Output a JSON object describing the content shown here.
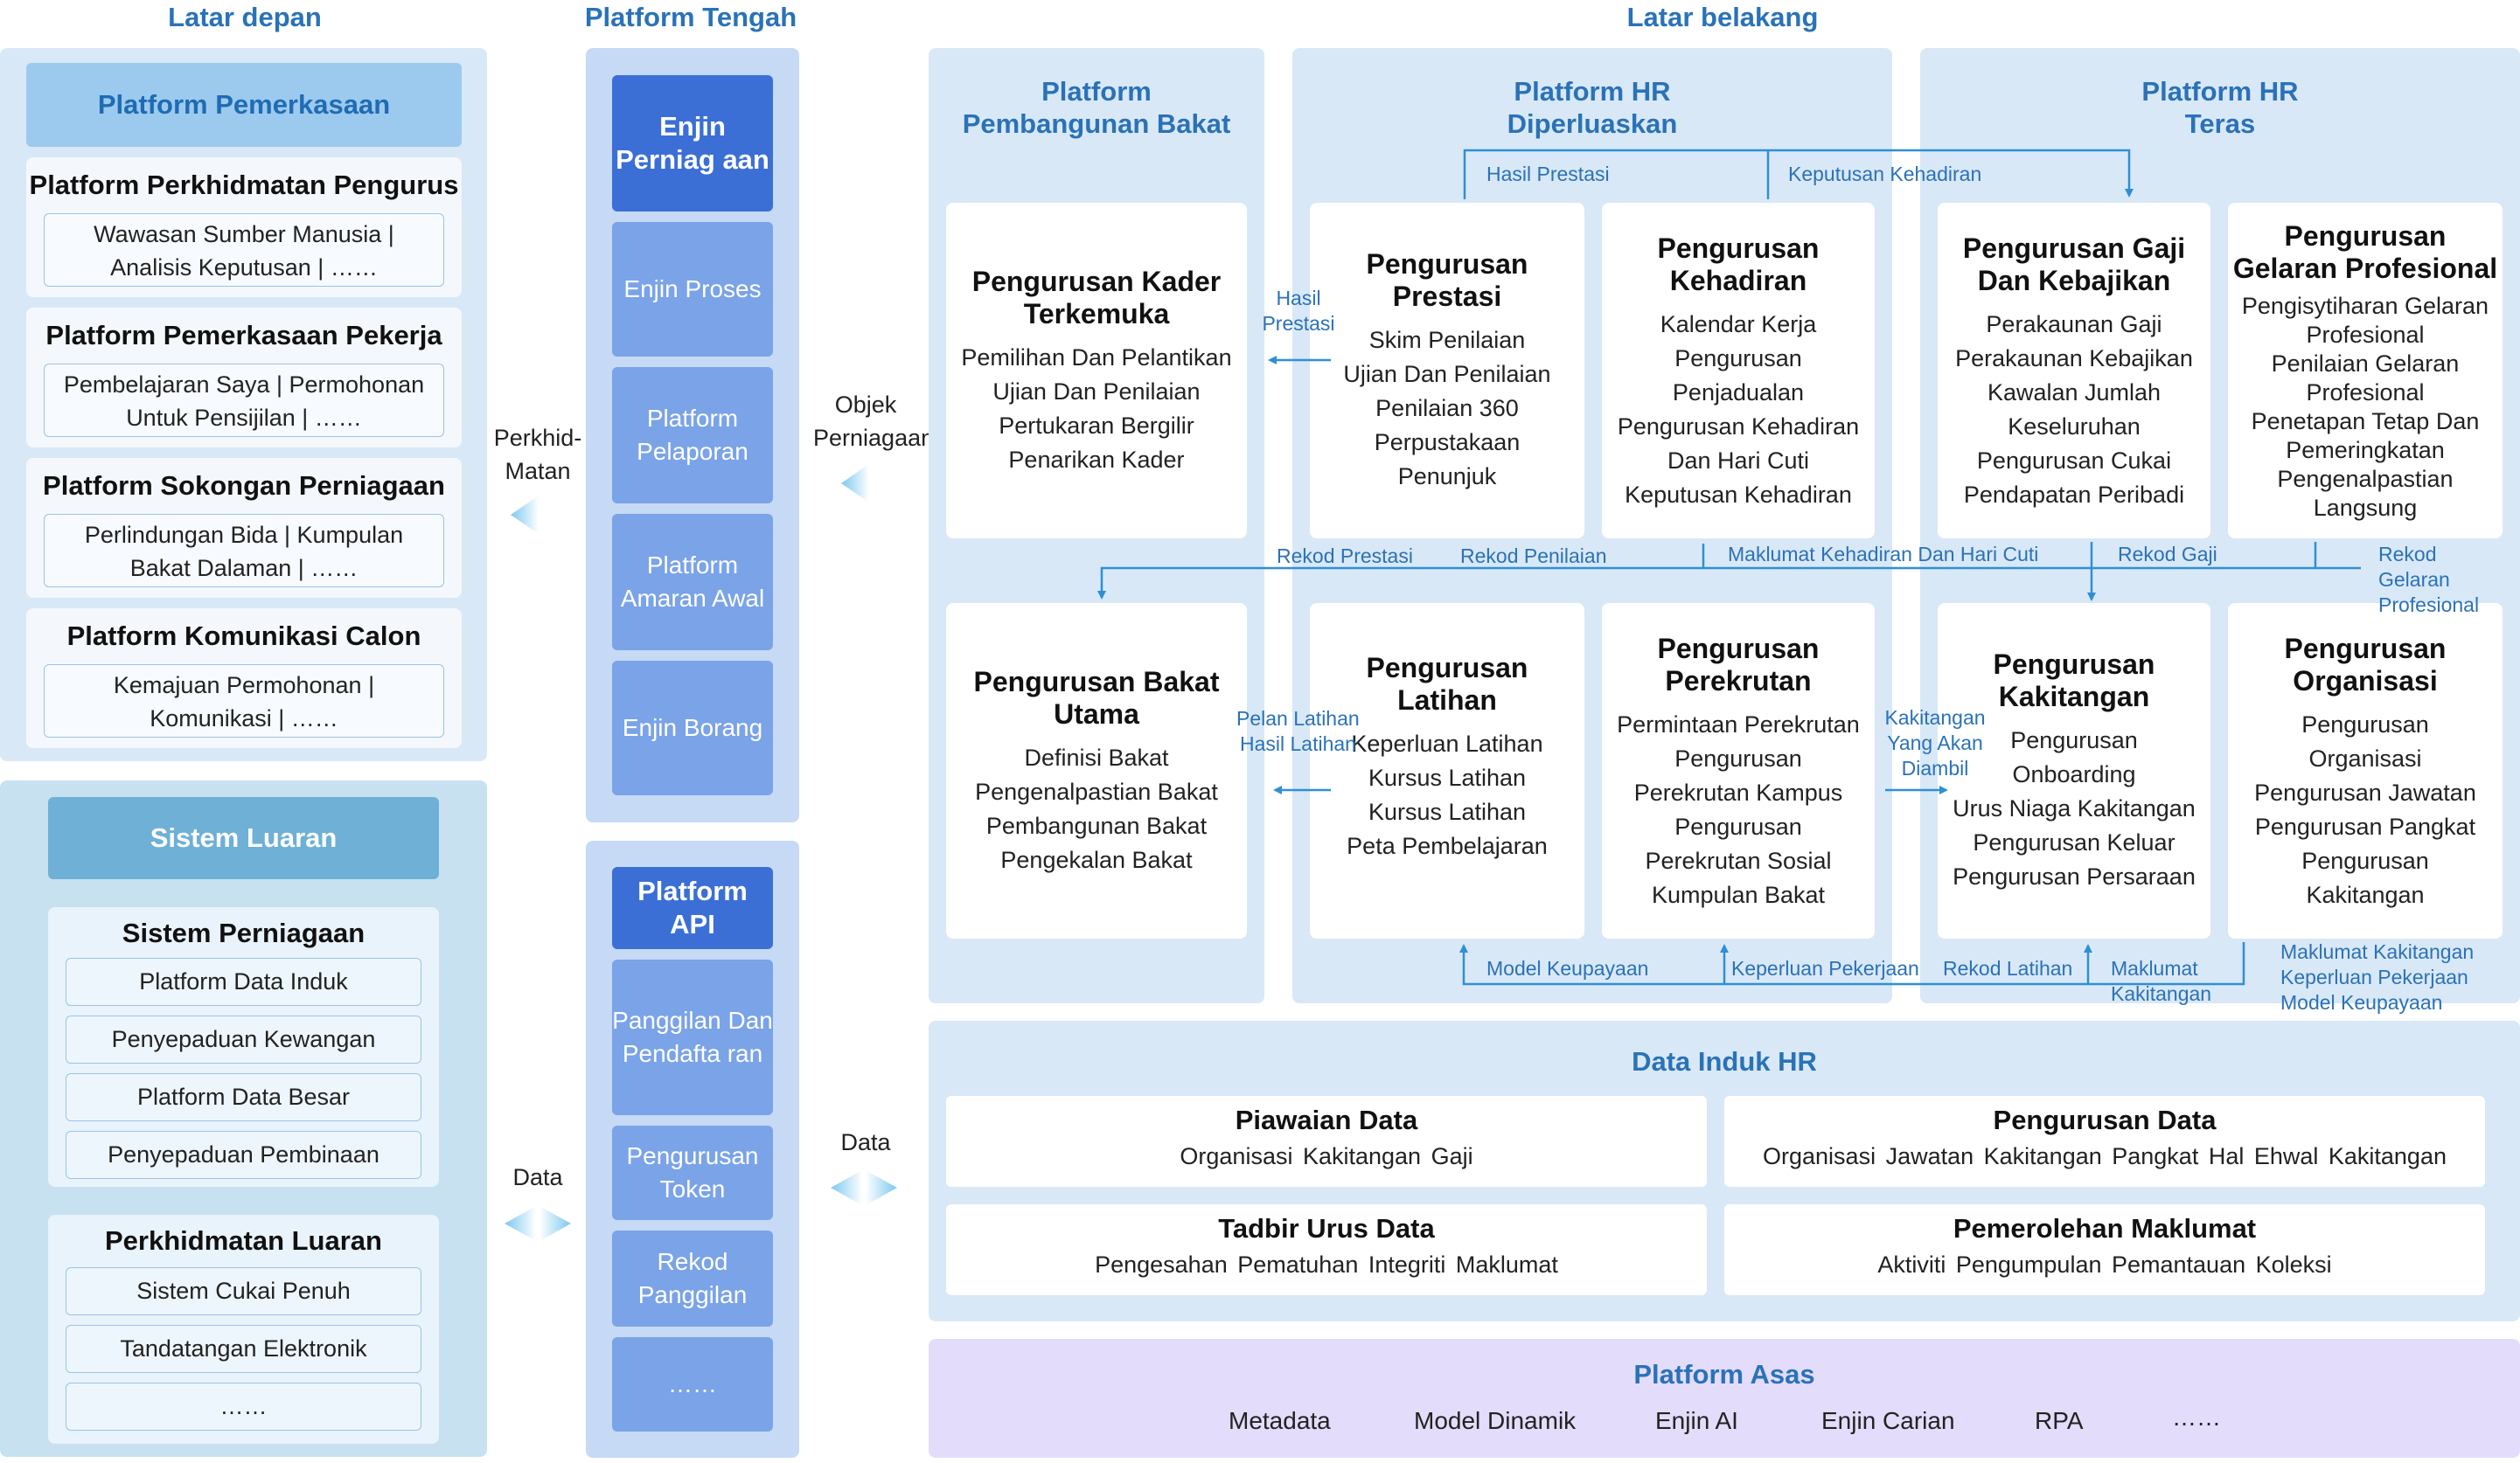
{
  "columns": {
    "front": "Latar depan",
    "middle": "Platform Tengah",
    "back": "Latar belakang"
  },
  "front": {
    "pemerkasaan_header": "Platform Pemerkasaan",
    "cards": [
      {
        "title": "Platform Perkhidmatan Pengurus",
        "l1": "Wawasan Sumber Manusia | ",
        "l2": "Analisis Keputusan | ……"
      },
      {
        "title": "Platform Pemerkasaan Pekerja",
        "l1": "Pembelajaran Saya | Permohonan",
        "l2": "Untuk Pensijilan | ……"
      },
      {
        "title": "Platform Sokongan Perniagaan",
        "l1": "Perlindungan Bida | Kumpulan",
        "l2": "Bakat Dalaman | ……"
      },
      {
        "title": "Platform Komunikasi Calon",
        "l1": "Kemajuan Permohonan | ",
        "l2": "Komunikasi | ……"
      }
    ],
    "sistem_luaran_header": "Sistem Luaran",
    "sistem_perniagaan": {
      "title": "Sistem Perniagaan",
      "items": [
        "Platform Data Induk",
        "Penyepaduan Kewangan",
        "Platform Data Besar",
        "Penyepaduan Pembinaan"
      ]
    },
    "perkhidmatan_luaran": {
      "title": "Perkhidmatan Luaran",
      "items": [
        "Sistem Cukai Penuh",
        "Tandatangan Elektronik",
        "……"
      ]
    }
  },
  "connectors": {
    "perkhidmatan_l1": "Perkhid-",
    "perkhidmatan_l2": "Matan",
    "data_left": "Data",
    "objek_l1": "Objek",
    "objek_l2": "Perniagaan",
    "data_right": "Data"
  },
  "middle": {
    "engines": [
      "Enjin Perniag aan",
      "Enjin Proses",
      "Platform Pelaporan",
      "Platform Amaran Awal",
      "Enjin Borang"
    ],
    "api": [
      "Platform API",
      "Panggilan Dan Pendafta ran",
      "Pengurusan Token",
      "Rekod Panggilan",
      "……"
    ]
  },
  "back": {
    "sec1_l1": "Platform",
    "sec1_l2": "Pembangunan Bakat",
    "sec2_l1": "Platform HR",
    "sec2_l2": "Diperluaskan",
    "sec3_l1": "Platform HR",
    "sec3_l2": "Teras",
    "modules": {
      "kader": {
        "title": [
          "Pengurusan Kader",
          "Terkemuka"
        ],
        "items": [
          "Pemilihan Dan Pelantikan",
          "Ujian Dan Penilaian",
          "Pertukaran Bergilir",
          "Penarikan Kader"
        ]
      },
      "prestasi": {
        "title": [
          "Pengurusan",
          "Prestasi"
        ],
        "items": [
          "Skim Penilaian",
          "Ujian Dan Penilaian",
          "Penilaian 360",
          "Perpustakaan",
          "Penunjuk"
        ]
      },
      "kehadiran": {
        "title": [
          "Pengurusan",
          "Kehadiran"
        ],
        "items": [
          "Kalendar Kerja",
          "Pengurusan",
          "Penjadualan",
          "Pengurusan Kehadiran",
          "Dan Hari Cuti",
          "Keputusan Kehadiran"
        ]
      },
      "gaji": {
        "title": [
          "Pengurusan Gaji",
          "Dan Kebajikan"
        ],
        "items": [
          "Perakaunan Gaji",
          "Perakaunan Kebajikan",
          "Kawalan Jumlah",
          "Keseluruhan",
          "Pengurusan Cukai",
          "Pendapatan Peribadi"
        ]
      },
      "gelaran": {
        "title": [
          "Pengurusan",
          "Gelaran Profesional"
        ],
        "items": [
          "Pengisytiharan Gelaran",
          "Profesional",
          "Penilaian Gelaran",
          "Profesional",
          "Penetapan Tetap Dan",
          "Pemeringkatan",
          "Pengenalpastian",
          "Langsung"
        ]
      },
      "bakat": {
        "title": [
          "Pengurusan Bakat",
          "Utama"
        ],
        "items": [
          "Definisi Bakat",
          "Pengenalpastian Bakat",
          "Pembangunan Bakat",
          "Pengekalan Bakat"
        ]
      },
      "latihan": {
        "title": [
          "Pengurusan",
          "Latihan"
        ],
        "items": [
          "Keperluan Latihan",
          "Kursus Latihan",
          "Kursus Latihan",
          "Peta Pembelajaran"
        ]
      },
      "perekrutan": {
        "title": [
          "Pengurusan",
          "Perekrutan"
        ],
        "items": [
          "Permintaan Perekrutan",
          "Pengurusan",
          "Perekrutan Kampus",
          "Pengurusan",
          "Perekrutan Sosial",
          "Kumpulan Bakat"
        ]
      },
      "kakitangan": {
        "title": [
          "Pengurusan",
          "Kakitangan"
        ],
        "items": [
          "Pengurusan",
          "Onboarding",
          "Urus Niaga Kakitangan",
          "Pengurusan Keluar",
          "Pengurusan Persaraan"
        ]
      },
      "organisasi": {
        "title": [
          "Pengurusan",
          "Organisasi"
        ],
        "items": [
          "Pengurusan",
          "Organisasi",
          "Pengurusan Jawatan",
          "Pengurusan Pangkat",
          "Pengurusan",
          "Kakitangan"
        ]
      }
    },
    "flows": {
      "hasil_prestasi_top": "Hasil Prestasi",
      "keputusan_kehadiran": "Keputusan Kehadiran",
      "hasil_prestasi_l1": "Hasil",
      "hasil_prestasi_l2": "Prestasi",
      "rekod_prestasi": "Rekod Prestasi",
      "rekod_penilaian": "Rekod Penilaian",
      "maklumat_kehadiran": "Maklumat Kehadiran Dan Hari Cuti",
      "rekod_gaji": "Rekod Gaji",
      "rekod_gelaran_l1": "Rekod",
      "rekod_gelaran_l2": "Gelaran",
      "rekod_gelaran_l3": "Profesional",
      "pelan_latihan": "Pelan Latihan",
      "hasil_latihan": "Hasil Latihan",
      "kakitangan_l1": "Kakitangan",
      "kakitangan_l2": "Yang Akan",
      "kakitangan_l3": "Diambil",
      "model_keupayaan": "Model Keupayaan",
      "keperluan_pekerjaan": "Keperluan Pekerjaan",
      "rekod_latihan": "Rekod Latihan",
      "maklumat_kakitangan_l1": "Maklumat",
      "maklumat_kakitangan_l2": "Kakitangan",
      "right_l1": "Maklumat Kakitangan",
      "right_l2": "Keperluan Pekerjaan",
      "right_l3": "Model Keupayaan"
    },
    "data_induk": {
      "title": "Data Induk HR",
      "cards": [
        {
          "title": "Piawaian Data",
          "sub": "Organisasi Kakitangan Gaji"
        },
        {
          "title": "Pengurusan Data",
          "sub": "Organisasi Jawatan Kakitangan Pangkat Hal Ehwal Kakitangan"
        },
        {
          "title": "Tadbir Urus Data",
          "sub": "Pengesahan Pematuhan Integriti Maklumat"
        },
        {
          "title": "Pemerolehan Maklumat",
          "sub": "Aktiviti Pengumpulan Pemantauan Koleksi"
        }
      ]
    },
    "asas": {
      "title": "Platform Asas",
      "items": [
        "Metadata",
        "Model Dinamik",
        "Enjin AI",
        "Enjin Carian",
        "RPA",
        "……"
      ]
    }
  },
  "colors": {
    "accent": "#2a72b8",
    "panel": "#d9e8f6",
    "mid_btn": "#7aa3e8",
    "mid_dark": "#3b6fd6",
    "asas": "#e4dcfb",
    "arrow": "#2f8fd6"
  }
}
